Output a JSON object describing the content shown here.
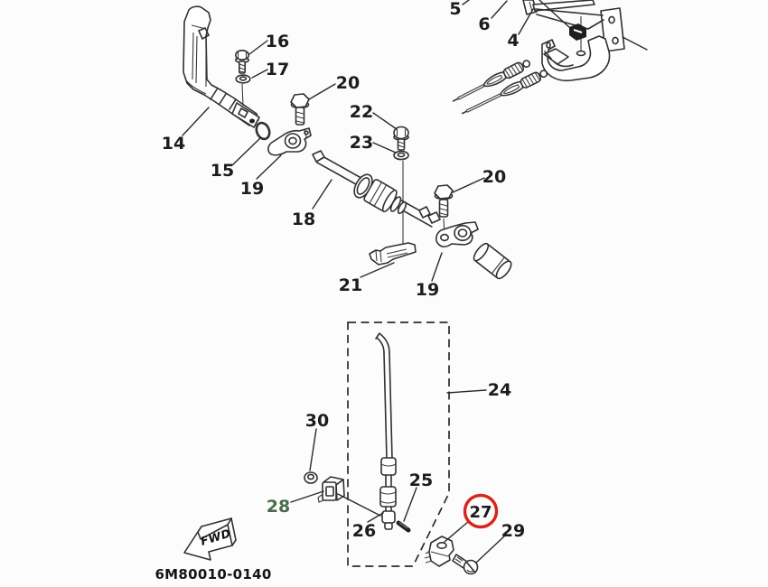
{
  "diagram": {
    "type": "exploded-parts-diagram",
    "part_code": "6M80010-0140",
    "fwd_label": "FWD",
    "highlighted_part": "27",
    "green_part": "28",
    "colors": {
      "line": "#303030",
      "label": "#1c1c1c",
      "highlight_circle": "#d6251a",
      "green_label": "#4a6b4a",
      "background": "#fcfcfc"
    },
    "labels": [
      {
        "text": "5"
      },
      {
        "text": "6"
      },
      {
        "text": "4"
      },
      {
        "text": "16"
      },
      {
        "text": "17"
      },
      {
        "text": "20"
      },
      {
        "text": "22"
      },
      {
        "text": "23"
      },
      {
        "text": "14"
      },
      {
        "text": "15"
      },
      {
        "text": "19"
      },
      {
        "text": "18"
      },
      {
        "text": "20"
      },
      {
        "text": "21"
      },
      {
        "text": "19"
      },
      {
        "text": "24"
      },
      {
        "text": "30"
      },
      {
        "text": "25"
      },
      {
        "text": "28"
      },
      {
        "text": "26"
      },
      {
        "text": "27"
      },
      {
        "text": "29"
      }
    ]
  }
}
